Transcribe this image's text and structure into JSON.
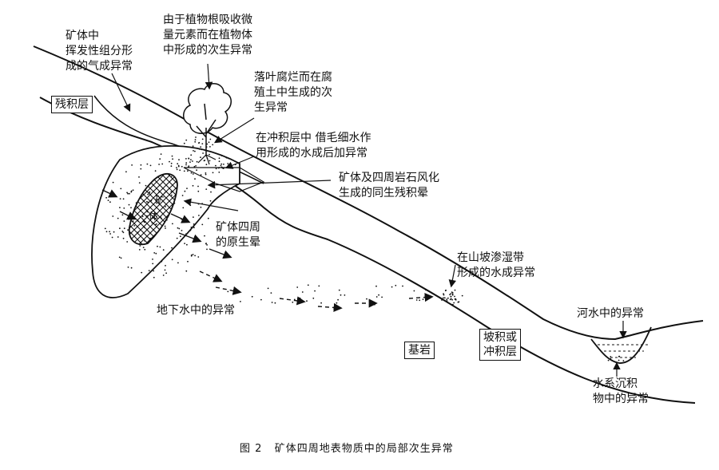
{
  "labels": {
    "gas_anomaly": "矿体中\n挥发性组分形\n成的气成异常",
    "plant_uptake": "由于植物根吸收微\n量元素而在植物体\n中形成的次生异常",
    "leaf_litter": "落叶腐烂而在腐\n殖土中生成的次\n生异常",
    "capillary": "在冲积层中 借毛细水作\n用形成的水成后加异常",
    "weathering": "矿体及四周岩石风化\n生成的同生残积晕",
    "primary_halo": "矿体四周\n的原生晕",
    "groundwater": "地下水中的异常",
    "seepage": "在山坡渗湿带\n形成的水成异常",
    "river_water": "河水中的异常",
    "stream_sediment": "水系沉积\n物中的异常",
    "ore_char1": "矿",
    "ore_char2": "体"
  },
  "boxes": {
    "residual": "残积层",
    "bedrock": "基岩",
    "colluvial": "坡积或\n冲积层"
  },
  "caption": "图 2   矿体四周地表物质中的局部次生异常"
}
